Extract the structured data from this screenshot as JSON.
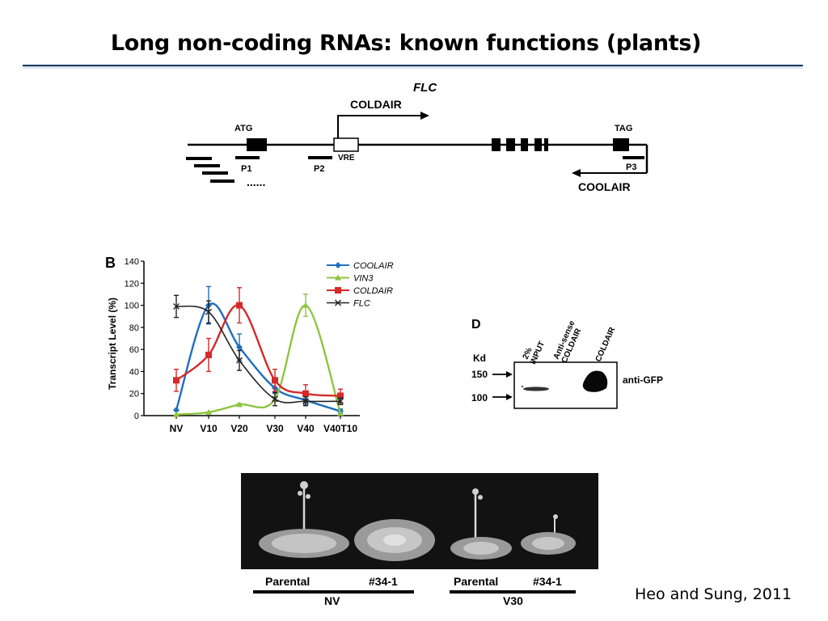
{
  "slide": {
    "title": "Long non-coding RNAs: known functions (plants)",
    "citation": "Heo and Sung, 2011"
  },
  "gene_diagram": {
    "gene": "FLC",
    "sense_transcript": "COLDAIR",
    "antisense_transcript": "COOLAIR",
    "start_codon": "ATG",
    "stop_codon": "TAG",
    "element": "VRE",
    "probes": [
      "P1",
      "P2",
      "P3"
    ],
    "dots": "......"
  },
  "panel_b": {
    "panel_label": "B",
    "chart_data": {
      "type": "line",
      "ylabel": "Transcript Level (%)",
      "xlabel": "",
      "categories": [
        "NV",
        "V10",
        "V20",
        "V30",
        "V40",
        "V40T10"
      ],
      "ylim": [
        0,
        140
      ],
      "yticks": [
        "0",
        "20",
        "40",
        "60",
        "80",
        "100",
        "120",
        "140"
      ],
      "legend_position": "top-right",
      "series": [
        {
          "name": "COOLAIR",
          "color": "#1f6fbf",
          "marker": "diamond",
          "values": [
            5,
            100,
            62,
            25,
            14,
            4
          ],
          "errors": [
            0,
            17,
            12,
            5,
            4,
            2
          ]
        },
        {
          "name": "VIN3",
          "color": "#8cc63f",
          "marker": "triangle",
          "values": [
            1,
            3,
            10,
            15,
            100,
            2
          ],
          "errors": [
            0,
            0,
            1,
            2,
            10,
            0
          ]
        },
        {
          "name": "COLDAIR",
          "color": "#d42a2a",
          "marker": "square",
          "values": [
            32,
            55,
            100,
            32,
            20,
            18
          ],
          "errors": [
            10,
            15,
            16,
            10,
            8,
            6
          ]
        },
        {
          "name": "FLC",
          "color": "#222222",
          "marker": "x",
          "values": [
            99,
            94,
            50,
            15,
            13,
            13
          ],
          "errors": [
            10,
            10,
            9,
            6,
            4,
            3
          ]
        }
      ]
    }
  },
  "panel_d": {
    "panel_label": "D",
    "kd_label": "Kd",
    "markers": [
      "150",
      "100"
    ],
    "lanes": [
      "2% INPUT",
      "Anti-sense COLDAIR",
      "COLDAIR"
    ],
    "antibody": "anti-GFP"
  },
  "plants": {
    "labels": [
      "Parental",
      "#34-1",
      "Parental",
      "#34-1"
    ],
    "groups": [
      "NV",
      "V30"
    ]
  }
}
